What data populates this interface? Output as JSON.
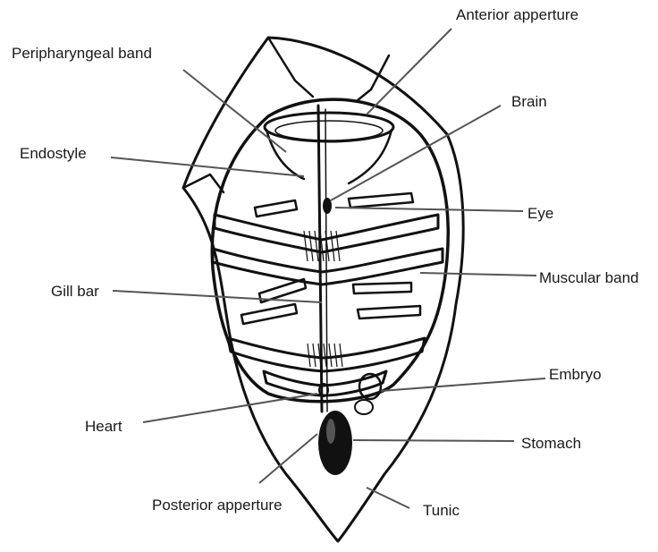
{
  "labels": {
    "anterior_apperture": "Anterior apperture",
    "peripharyngeal_band": "Peripharyngeal band",
    "brain": "Brain",
    "endostyle": "Endostyle",
    "eye": "Eye",
    "muscular_band": "Muscular band",
    "gill_bar": "Gill bar",
    "embryo": "Embryo",
    "heart": "Heart",
    "stomach": "Stomach",
    "posterior_apperture": "Posterior apperture",
    "tunic": "Tunic"
  }
}
